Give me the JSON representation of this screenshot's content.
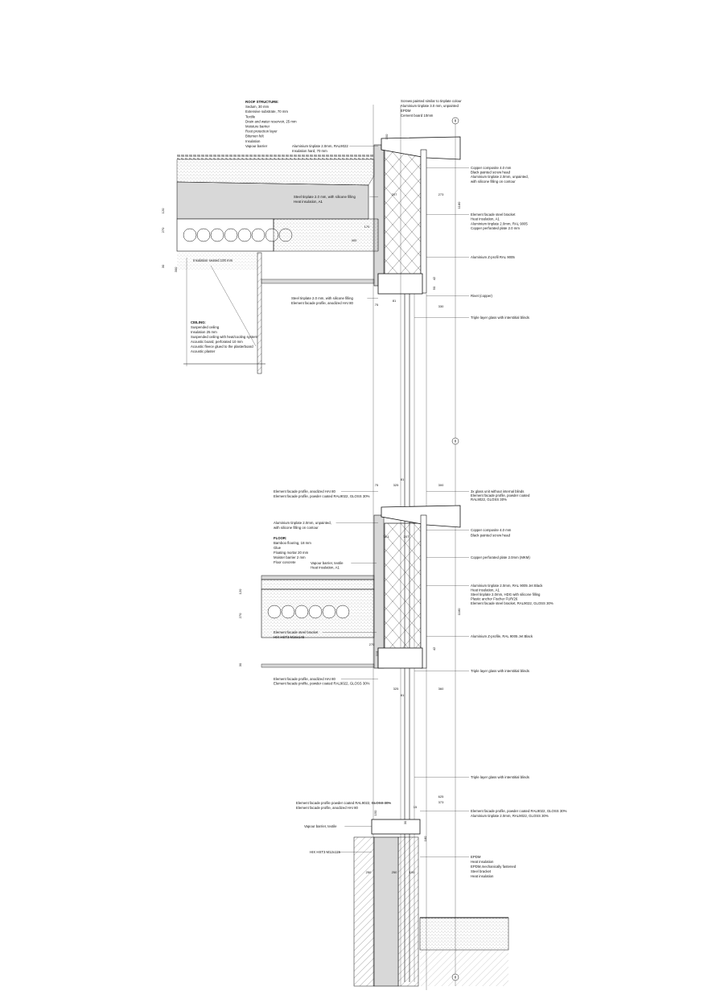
{
  "labels": {
    "roof_structure": [
      "ROOF STRUCTURE:",
      "Sedum, 30 mm",
      "Extensive substrate, 70 mm",
      "Textile",
      "Drain and water reservoir, 25 mm",
      "Moisture barrier",
      "Root protection layer",
      "Bitumen felt",
      "Insulation",
      "Vapour barrier"
    ],
    "roof_tinplate": [
      "Aluminium tinplate 2.0mm, RAL9022",
      "Insulation hard, 70 mm"
    ],
    "parapet_top": [
      "Screws painted similar to tinplate colour",
      "Aluminium tinplate 3.0 mm, unpainted",
      "EPDM",
      "Cement board 10mm"
    ],
    "parapet_right": [
      "Copper composite 4.0 mm",
      "Black painted screw head",
      "Aluminium tinplate 2.0mm, unpainted,",
      "with silicone filling on contour"
    ],
    "roof_bracket_right": [
      "Element facade steel bracket",
      "Heat insulation, A1",
      "Aluminium tinplate 2.0mm, RAL 9005",
      "Copper perforated plate 2.0 mm"
    ],
    "roof_zprofile": [
      "Aluminium Z-profil RAL 9005"
    ],
    "roof_rivet": [
      "Rivet (copper)"
    ],
    "roof_glass": [
      "Triple layer glass with interstitial blinds"
    ],
    "roof_steel_tinplate": [
      "Steel tinplate 2.0 mm, with silicone filling",
      "Heat insulation, A1"
    ],
    "roof_insulation": [
      "Insulation seated 100 mm"
    ],
    "roof_lower": [
      "Steel tinplate 2.0 mm, with silicone filling",
      "Element facade profile, anodized HAI 80"
    ],
    "ceiling": [
      "CEILING:",
      "Suspended ceiling",
      "Insulation 25 mm",
      "Suspended ceiling with heat/cooling system",
      "Acoustic board, perforated 10 mm",
      "Acoustic fleece glued to the plasterboard",
      "Acoustic plaster"
    ],
    "mid_profiles_top": [
      "Element facade profile, anodized HAI 80",
      "Element facade profile, powder coated RAL9022, GLOSS 30%"
    ],
    "mid_tinplate": [
      "Aluminium tinplate 2.0mm, unpainted,",
      "with silicone filling on contour"
    ],
    "floor": [
      "FLOOR:",
      "Bamboo flooring, 18 mm",
      "Glue",
      "Floating mortar 20 mm",
      "Moister barrier 2 mm",
      "Floor concrete"
    ],
    "mid_vapour": [
      "Vapour barrier, textile",
      "Heat insulation, A1"
    ],
    "mid_right_top": [
      "3x glass unit without internal blinds",
      "Element facade profile, powder coated",
      "RAL9022, GLOSS 30%"
    ],
    "mid_right_copper": [
      "Copper composite 4.0 mm",
      "Black painted screw head"
    ],
    "mid_right_perf": [
      "Copper perforated plate 2.0mm (MKM)"
    ],
    "mid_right_bracket": [
      "Aluminium tinplate 2.0mm, RAL 9005 Jet Black",
      "Heat insulation, A1",
      "Steel tinplate 2.0mm, HDG with silicone filling",
      "Plastic anchor Fischer FUR/26",
      "Element facade steel bracket, RAL9022, GLOSS 30%"
    ],
    "mid_right_z": [
      "Aluminium Z-profile, RAL 9005 Jet Black"
    ],
    "mid_right_glass": [
      "Triple layer glass with interstitial blinds"
    ],
    "mid_bracket": [
      "Element facade steel bracket",
      "HIX HST3 M16x145"
    ],
    "mid_profiles_bottom": [
      "Element facade profile, anodized HAI 80",
      "Element facade profile, powder coated RAL9022, GLOSS 30%"
    ],
    "base_glass": [
      "Triple layer glass with interstitial blinds"
    ],
    "base_profiles_left": [
      "Element facade profile powder coated RAL9022, GLOSS 30%",
      "Element facade profile, anodized HAI 80"
    ],
    "base_vapour": [
      "Vapour barrier, textile"
    ],
    "base_anchor": [
      "HIX HST3 M12x115"
    ],
    "base_profiles_right": [
      "Element facade profile, powder coated RAL9022, GLOSS 30%",
      "Aluminium tinplate 2.0mm, RAL9022, GLOSS 30%"
    ],
    "base_layers": [
      "EPDM",
      "Heat insulation",
      "EPDM,mechanically fastened",
      "Steel bracket",
      "Heat insulation"
    ]
  },
  "dimensions": {
    "roof": [
      "273",
      "207",
      "150",
      "400",
      "170",
      "75",
      "81",
      "330",
      "1180",
      "50",
      "42",
      "30",
      "270",
      "300",
      "120"
    ],
    "mid": [
      "75",
      "325",
      "300",
      "81",
      "74.1",
      "207",
      "1180",
      "270",
      "110",
      "42",
      "325",
      "360",
      "81",
      "120",
      "270",
      "30"
    ],
    "base": [
      "625",
      "373",
      "15",
      "250",
      "250",
      "100",
      "150",
      "180",
      "30"
    ]
  },
  "axis_marker": "8",
  "colors": {
    "ink": "#111111",
    "paper": "#ffffff"
  }
}
